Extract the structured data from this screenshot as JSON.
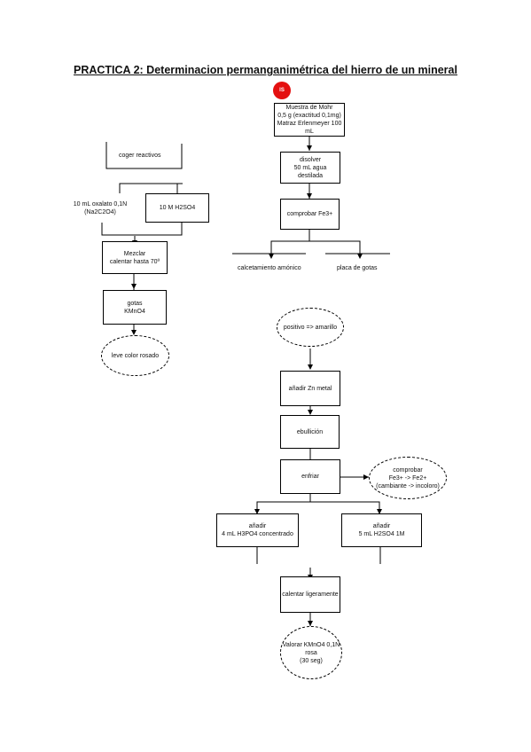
{
  "title": "PRACTICA 2: Determinacion permanganimétrica del hierro de un mineral",
  "start_label": "IS",
  "right": {
    "sample": [
      "Muestra de Mohr",
      "0,5 g (exactitud 0,1mg)",
      "Matraz Erlenmeyer 100 mL"
    ],
    "dissolve": [
      "disolver",
      "50 mL agua destilada"
    ],
    "check_fe3": "comprobar Fe3+",
    "tests_left": "calcetamiento amónico",
    "tests_right": "placa de gotas",
    "positive": "positivo => amarillo",
    "add_zn": "añadir Zn metal",
    "boil": "ebullición",
    "cool": "enfriar",
    "check_note": [
      "comprobar",
      "Fe3+ -> Fe2+",
      "(cambiante -> incoloro)"
    ],
    "add_left": [
      "añadir",
      "4 mL H3PO4 concentrado"
    ],
    "add_right": [
      "añadir",
      "5 mL H2SO4 1M"
    ],
    "heat": "calentar ligeramente",
    "titrate": [
      "Valorar KMnO4 0,1N",
      "rosa",
      "(30 seg)"
    ]
  },
  "left": {
    "get_reagents": "coger reactivos",
    "oxalate": [
      "10 mL oxalato 0,1N",
      "(Na2C2O4)"
    ],
    "acid": "10 M H2SO4",
    "mix": [
      "Mezclar",
      "calentar hasta 70º"
    ],
    "drops": [
      "gotas",
      "KMnO4"
    ],
    "result": "leve color rosado"
  }
}
